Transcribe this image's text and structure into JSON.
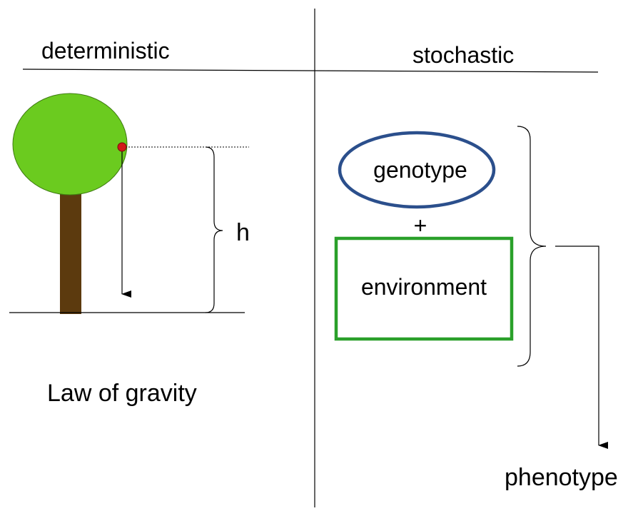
{
  "headers": {
    "left": "deterministic",
    "right": "stochastic"
  },
  "left_panel": {
    "height_label": "h",
    "caption": "Law of gravity",
    "colors": {
      "canopy": "#6bcb1f",
      "trunk": "#5c3a0e",
      "apple": "#d11a1a"
    }
  },
  "right_panel": {
    "genotype_label": "genotype",
    "plus_label": "+",
    "environment_label": "environment",
    "phenotype_label": "phenotype",
    "colors": {
      "genotype_ellipse": "#2b4f8c",
      "environment_box": "#2aa02a"
    }
  }
}
